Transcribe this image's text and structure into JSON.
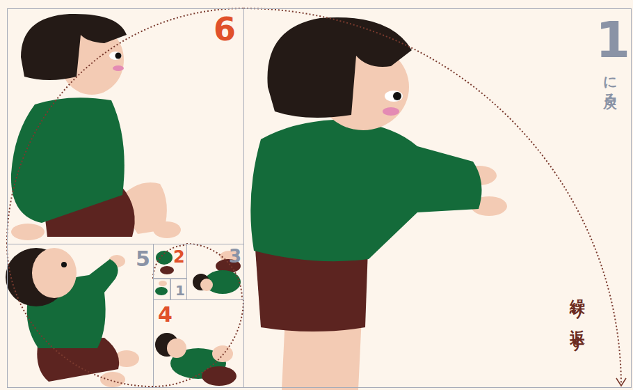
{
  "diagram": {
    "nodes": [
      {
        "text": [
          "6"
        ]
      },
      {
        "text": [
          "1",
          "に戻る",
          "繰り返す"
        ]
      },
      {
        "text": [
          "5"
        ]
      },
      {
        "text": [
          "2"
        ]
      },
      {
        "text": [
          "3"
        ]
      },
      {
        "text": [
          "1"
        ]
      },
      {
        "text": [
          "4"
        ]
      }
    ]
  }
}
